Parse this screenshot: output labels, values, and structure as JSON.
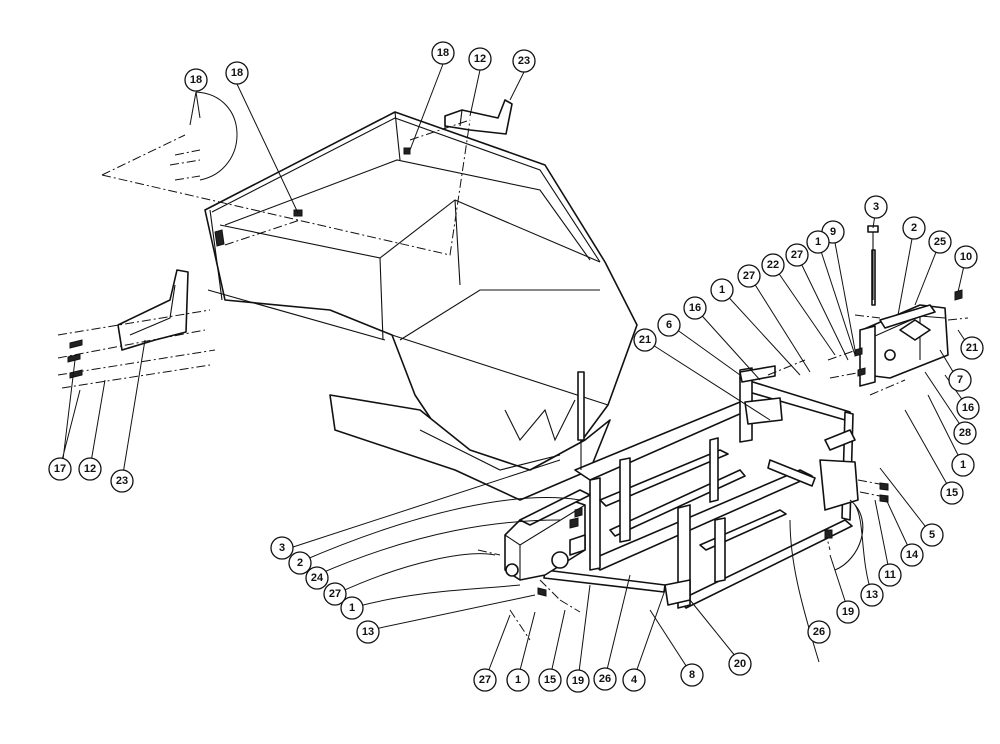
{
  "callouts": [
    {
      "label": "18"
    },
    {
      "label": "18"
    },
    {
      "label": "18"
    },
    {
      "label": "12"
    },
    {
      "label": "23"
    },
    {
      "label": "17"
    },
    {
      "label": "12"
    },
    {
      "label": "23"
    },
    {
      "label": "3"
    },
    {
      "label": "2"
    },
    {
      "label": "24"
    },
    {
      "label": "27"
    },
    {
      "label": "1"
    },
    {
      "label": "13"
    },
    {
      "label": "27"
    },
    {
      "label": "1"
    },
    {
      "label": "15"
    },
    {
      "label": "19"
    },
    {
      "label": "26"
    },
    {
      "label": "4"
    },
    {
      "label": "8"
    },
    {
      "label": "20"
    },
    {
      "label": "26"
    },
    {
      "label": "19"
    },
    {
      "label": "13"
    },
    {
      "label": "11"
    },
    {
      "label": "14"
    },
    {
      "label": "5"
    },
    {
      "label": "15"
    },
    {
      "label": "1"
    },
    {
      "label": "28"
    },
    {
      "label": "16"
    },
    {
      "label": "7"
    },
    {
      "label": "21"
    },
    {
      "label": "10"
    },
    {
      "label": "25"
    },
    {
      "label": "2"
    },
    {
      "label": "3"
    },
    {
      "label": "9"
    },
    {
      "label": "1"
    },
    {
      "label": "27"
    },
    {
      "label": "22"
    },
    {
      "label": "27"
    },
    {
      "label": "1"
    },
    {
      "label": "16"
    },
    {
      "label": "6"
    },
    {
      "label": "21"
    }
  ]
}
